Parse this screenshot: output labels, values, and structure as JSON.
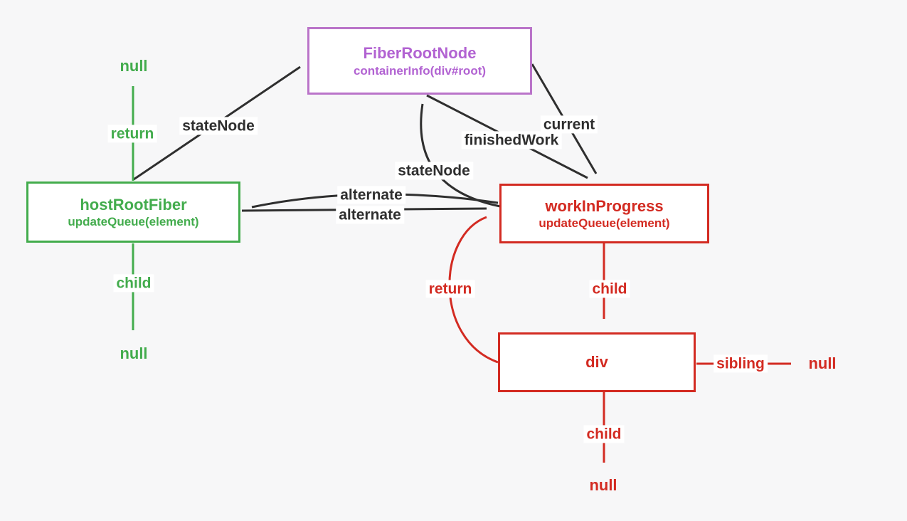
{
  "colors": {
    "background": "#f7f7f8",
    "green": "#43ac4d",
    "red": "#d32b22",
    "purple": "#ba74c9",
    "purple_text": "#b263d2",
    "black": "#2f2f2f",
    "label_bg": "#ffffff"
  },
  "nodes": {
    "fiber_root": {
      "title": "FiberRootNode",
      "subtitle": "containerInfo(div#root)"
    },
    "host_root_fiber": {
      "title": "hostRootFiber",
      "subtitle": "updateQueue(element)"
    },
    "work_in_progress": {
      "title": "workInProgress",
      "subtitle": "updateQueue(element)"
    },
    "div_node": {
      "title": "div"
    }
  },
  "edge_labels": {
    "state_node_left": "stateNode",
    "current": "current",
    "finished_work": "finishedWork",
    "state_node_center": "stateNode",
    "alternate_top": "alternate",
    "alternate_bottom": "alternate",
    "return_green": "return",
    "child_green": "child",
    "return_red": "return",
    "child_red_1": "child",
    "sibling": "sibling",
    "child_red_2": "child"
  },
  "terminals": {
    "null_top_left": "null",
    "null_bottom_left": "null",
    "null_right": "null",
    "null_bottom_right": "null"
  }
}
